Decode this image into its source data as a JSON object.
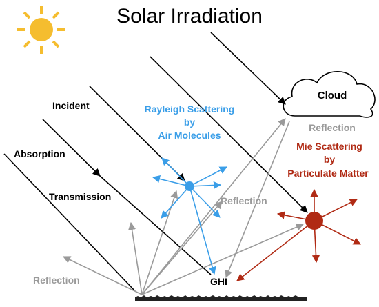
{
  "title": "Solar Irradiation",
  "labels": {
    "incident": "Incident",
    "absorption": "Absorption",
    "transmission": "Transmission",
    "rayleigh_line1": "Rayleigh Scattering",
    "rayleigh_line2": "by",
    "rayleigh_line3": "Air Molecules",
    "mie_line1": "Mie Scattering",
    "mie_line2": "by",
    "mie_line3": "Particulate Matter",
    "cloud": "Cloud",
    "reflection_cloud": "Reflection",
    "reflection_middle": "Reflection",
    "reflection_ground": "Reflection",
    "ghi": "GHI"
  },
  "colors": {
    "sun": "#f5bd2f",
    "blue": "#3a9ee8",
    "red": "#b02a14",
    "gray": "#9a9a9a",
    "black": "#000000"
  },
  "icons": {
    "sun": "sun-icon",
    "cloud": "cloud-icon"
  }
}
